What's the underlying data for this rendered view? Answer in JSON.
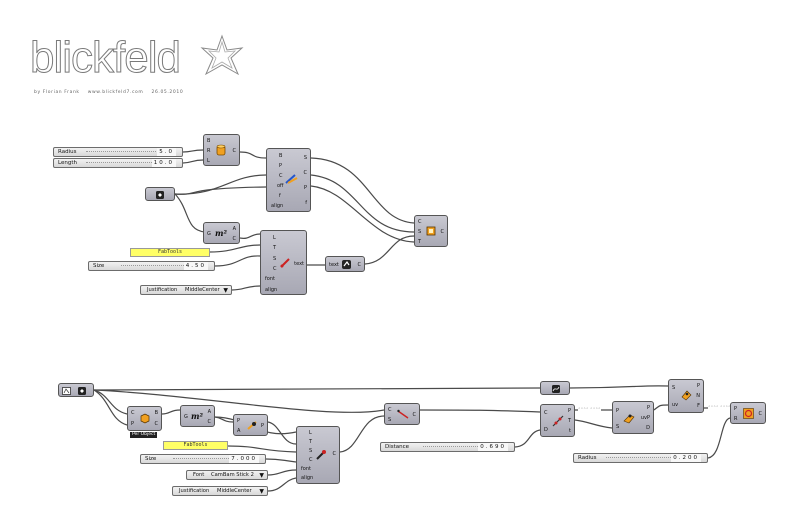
{
  "brand": {
    "logo_text": "blickfeld",
    "byline": "by Florian Frank    www.blickfeld7.com    26.05.2010"
  },
  "sliders": {
    "radius": {
      "label": "Radius",
      "value": "5.0"
    },
    "length": {
      "label": "Length",
      "value": "10.0"
    },
    "size_top": {
      "label": "Size",
      "value": "4.50"
    },
    "size_bottom": {
      "label": "Size",
      "value": "7.000"
    },
    "distance": {
      "label": "Distance",
      "value": "0.690"
    },
    "radius_bottom": {
      "label": "Radius",
      "value": "0.200"
    }
  },
  "panels": {
    "fabtools_top": "FabTools",
    "fabtools_bottom": "FabTools"
  },
  "value_lists": {
    "justification_top": {
      "key": "Justification",
      "value": "MiddleCenter"
    },
    "font_bottom": {
      "key": "Font",
      "value": "CamBam Stick 2"
    },
    "justification_bottom": {
      "key": "Justification",
      "value": "MiddleCenter"
    }
  },
  "tags": {
    "per_object": "Per Object"
  },
  "ports": {
    "cyl_in": [
      "B",
      "R",
      "L"
    ],
    "cyl_out": [
      "C"
    ],
    "orient_in": [
      "B",
      "P",
      "C",
      "off",
      "f",
      "align"
    ],
    "orient_out": [
      "S",
      "C",
      "P",
      "f"
    ],
    "area_in": [
      "G"
    ],
    "area_out": [
      "A",
      "C"
    ],
    "tag_in": [
      "L",
      "T",
      "S",
      "C",
      "font",
      "align"
    ],
    "tag_out": [
      "text"
    ],
    "text_out": [
      "C"
    ],
    "text_in": [
      "text"
    ],
    "merge_in": [
      "C",
      "S",
      "T"
    ],
    "merge_out": [
      "C"
    ],
    "b_box_in": [
      "C",
      "P"
    ],
    "b_box_out": [
      "B",
      "C"
    ],
    "b_area_in": [
      "G"
    ],
    "b_area_out": [
      "A",
      "C"
    ],
    "b_pt_in": [
      "P",
      "A"
    ],
    "b_pt_out": [
      "P"
    ],
    "b_tag_in": [
      "L",
      "T",
      "S",
      "C",
      "font",
      "align"
    ],
    "b_tag_out": [
      "C"
    ],
    "b_line_in": [
      "C",
      "S"
    ],
    "b_line_out": [
      "C"
    ],
    "b_div_in": [
      "C",
      "D"
    ],
    "b_div_out": [
      "P",
      "T",
      "t"
    ],
    "b_pull_in": [
      "P",
      "S"
    ],
    "b_pull_out": [
      "P",
      "uvP",
      "D"
    ],
    "b_eval_in": [
      "S",
      "uv"
    ],
    "b_eval_out": [
      "P",
      "N",
      "F"
    ],
    "b_circle_in": [
      "P",
      "R"
    ],
    "b_circle_out": [
      "C"
    ]
  },
  "relays": {
    "r1": "◦◦◦◦ ◦◦◦◦",
    "r2": "◦◦◦◦ ◦◦◦◦"
  },
  "colors": {
    "component": "#b9b9c4",
    "panel": "#ffff66",
    "wire": "#555555"
  }
}
